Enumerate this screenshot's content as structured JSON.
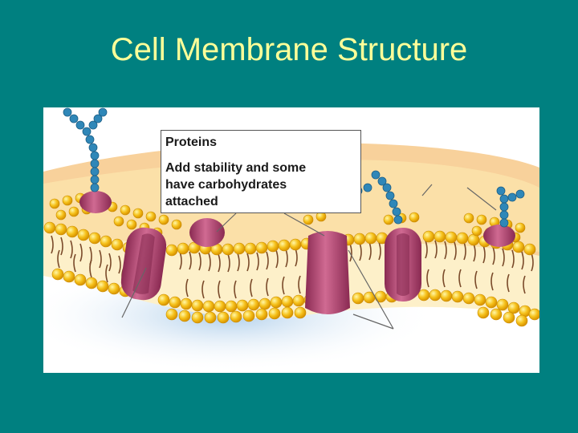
{
  "slide": {
    "title": "Cell Membrane Structure"
  },
  "callout": {
    "heading": "Proteins",
    "description": "Add stability and some have carbohydrates attached"
  },
  "colors": {
    "background": "#008080",
    "title": "#ffff99",
    "phospholipid_head": "#f4b800",
    "protein": "#b0406a",
    "carbohydrate_chain": "#2f87b8",
    "membrane_interior": "#fbe6b0"
  },
  "icons": [
    "phospholipid-bilayer",
    "integral-protein",
    "carbohydrate-chain",
    "pointer-line"
  ]
}
